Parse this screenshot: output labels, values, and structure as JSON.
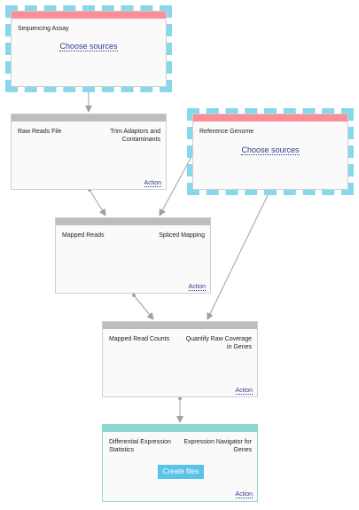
{
  "nodes": {
    "sequencing_assay": {
      "title": "Sequencing Assay",
      "choose_label": "Choose sources"
    },
    "raw_reads": {
      "title": "Raw Reads File",
      "tool": "Trim Adaptors and Contaminants",
      "action_label": "Action"
    },
    "reference_genome": {
      "title": "Reference Genome",
      "choose_label": "Choose sources"
    },
    "mapped_reads": {
      "title": "Mapped Reads",
      "tool": "Spliced Mapping",
      "action_label": "Action"
    },
    "mapped_read_counts": {
      "title": "Mapped Read Counts",
      "tool": "Quantify Raw Coverage in Genes",
      "action_label": "Action"
    },
    "diff_expression": {
      "title": "Differential Expression Statistics",
      "tool": "Expression Navigator for Genes",
      "create_label": "Create files",
      "action_label": "Action"
    }
  },
  "colors": {
    "source_bar": "#fc8e98",
    "step_bar": "#bdbdbd",
    "output_bar": "#8ad8cf",
    "dashed_highlight": "#86d8ea",
    "link_text": "#2f3a8f",
    "create_button": "#5bc2e8",
    "edge": "#a0a0a0"
  }
}
